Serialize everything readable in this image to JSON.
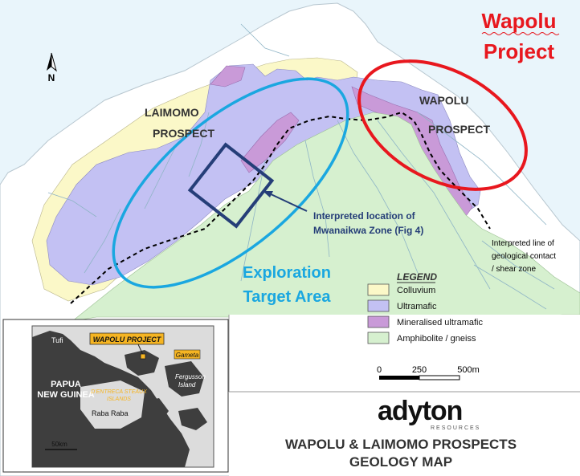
{
  "project_title": {
    "line1": "Wapolu",
    "line2": "Project"
  },
  "north": "N",
  "prospects": {
    "laimomo": {
      "line1": "LAIMOMO",
      "line2": "PROSPECT"
    },
    "wapolu": {
      "line1": "WAPOLU",
      "line2": "PROSPECT"
    }
  },
  "annotations": {
    "mwanaikwa": {
      "line1": "Interpreted location of",
      "line2": "Mwanaikwa Zone (Fig 4)"
    },
    "contact": {
      "line1": "Interpreted line of",
      "line2": "geological contact",
      "line3": "/ shear zone"
    },
    "exploration": {
      "line1": "Exploration",
      "line2": "Target Area"
    }
  },
  "legend": {
    "title": "LEGEND",
    "items": [
      {
        "label": "Colluvium",
        "color": "#fbf8c8"
      },
      {
        "label": "Ultramafic",
        "color": "#c3c1f3"
      },
      {
        "label": "Mineralised ultramafic",
        "color": "#c99ad8"
      },
      {
        "label": "Amphibolite / gneiss",
        "color": "#d6f0cf"
      }
    ]
  },
  "scale": {
    "t0": "0",
    "t1": "250",
    "t2": "500m"
  },
  "inset": {
    "project": "WAPOLU PROJECT",
    "tufi": "Tufi",
    "gameta": "Gameta",
    "fergusson": {
      "line1": "Fergusson",
      "line2": "Island"
    },
    "png": {
      "line1": "PAPUA",
      "line2": "NEW GUINEA"
    },
    "dentrecasteaux": {
      "line1": "D'ENTRECA STEAUX",
      "line2": "ISLANDS"
    },
    "raba": "Raba Raba",
    "scale": "50km"
  },
  "logo": {
    "name": "adyton",
    "sub": "RESOURCES"
  },
  "map_title": {
    "line1": "WAPOLU & LAIMOMO PROSPECTS",
    "line2": "GEOLOGY MAP"
  },
  "colors": {
    "sea": "#e9f5fb",
    "colluvium": "#fbf8c8",
    "ultramafic": "#c3c1f3",
    "mineralised": "#c99ad8",
    "amphibolite": "#d6f0cf",
    "red": "#e8171e",
    "cyan": "#1aa7e0",
    "navy": "#253e78"
  }
}
